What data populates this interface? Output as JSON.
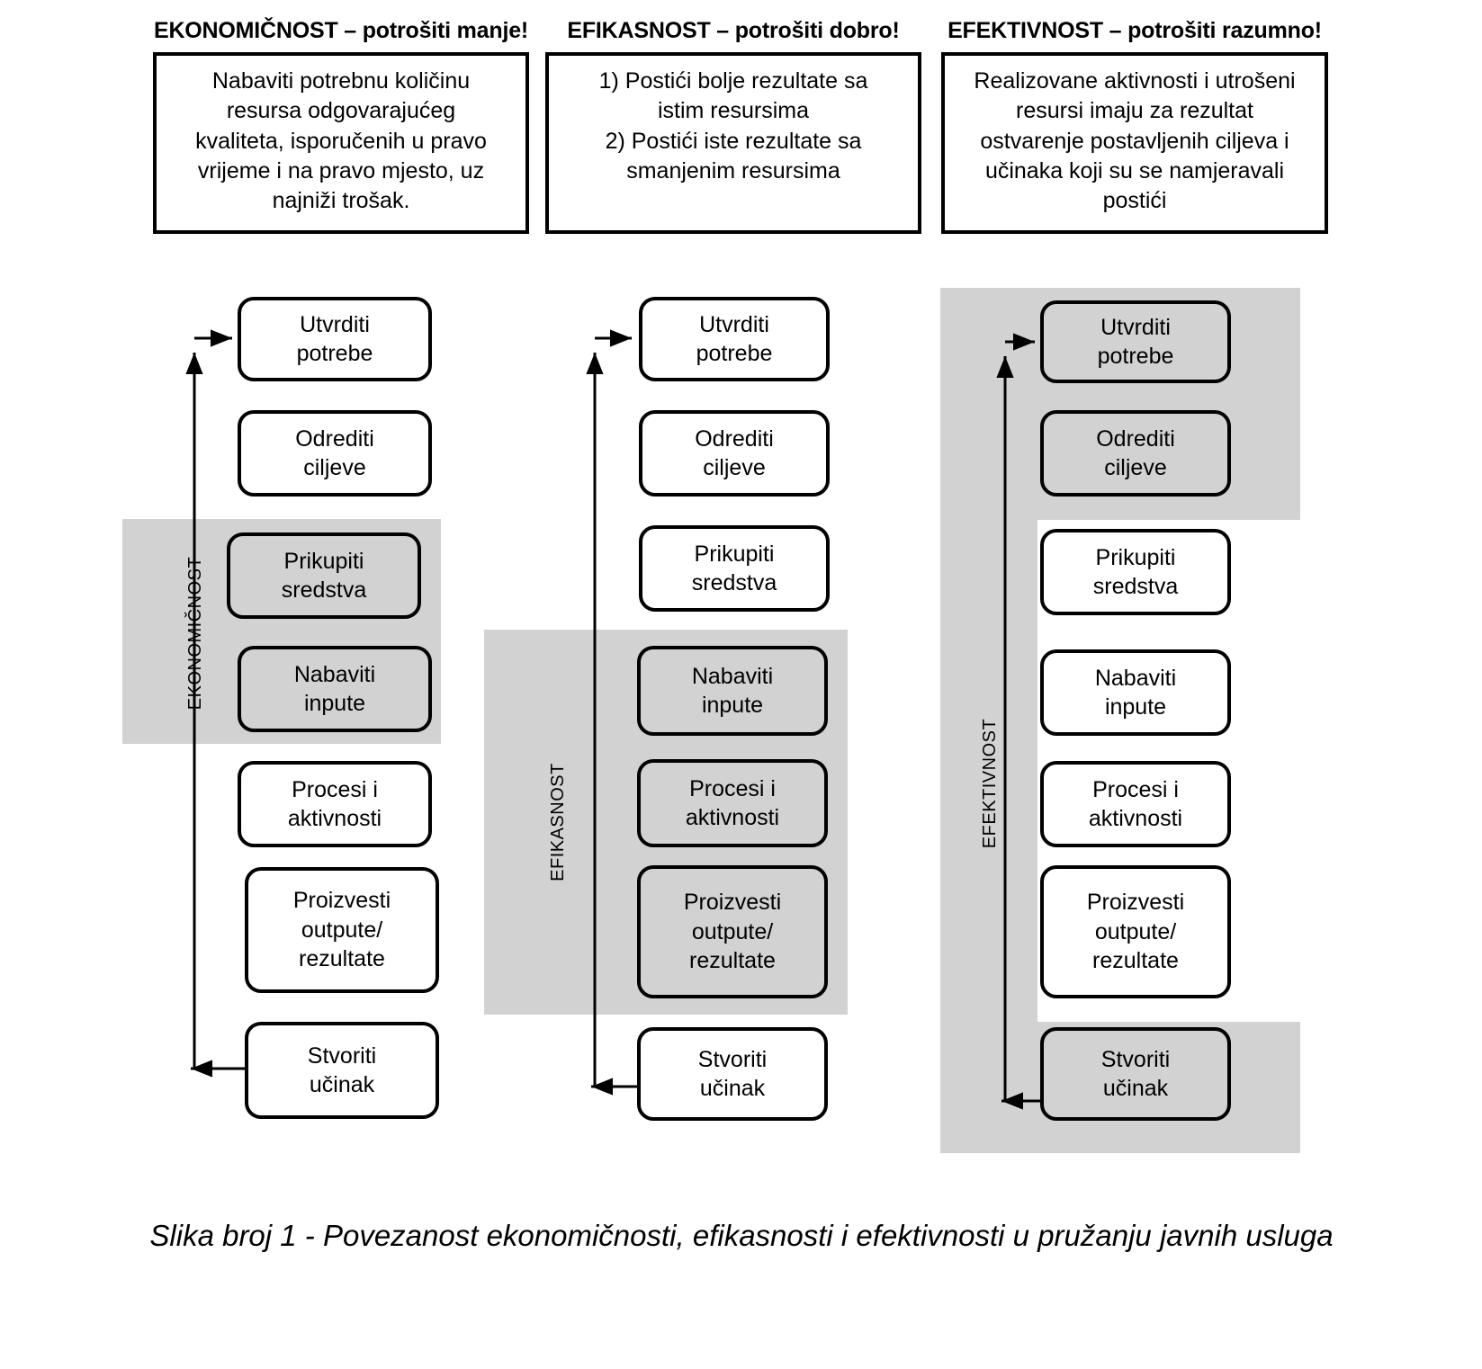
{
  "figure": {
    "caption": "Slika broj 1 - Povezanost ekonomičnosti, efikasnosti i efektivnosti u pružanju javnih usluga"
  },
  "colors": {
    "band_gray": "#d2d2d2",
    "box_border": "#000000",
    "box_fill": "#ffffff",
    "text": "#000000"
  },
  "columns": [
    {
      "id": "ekonomicnost",
      "header": "EKONOMIČNOST – potrošiti manje!",
      "definition": "Nabaviti potrebnu količinu resursa odgovarajućeg kvaliteta, isporučenih u pravo vrijeme i na pravo mjesto, uz najniži trošak.",
      "band_label": "EKONOMIČNOST",
      "highlighted_steps": [
        "Prikupiti sredstva",
        "Nabaviti inpute"
      ],
      "steps": [
        {
          "label": "Utvrditi potrebe",
          "shaded": false
        },
        {
          "label": "Odrediti ciljeve",
          "shaded": false
        },
        {
          "label": "Prikupiti sredstva",
          "shaded": true
        },
        {
          "label": "Nabaviti inpute",
          "shaded": true
        },
        {
          "label": "Procesi i aktivnosti",
          "shaded": false
        },
        {
          "label": "Proizvesti outpute/ rezultate",
          "shaded": false
        },
        {
          "label": "Stvoriti učinak",
          "shaded": false
        }
      ]
    },
    {
      "id": "efikasnost",
      "header": "EFIKASNOST – potrošiti dobro!",
      "definition": "1) Postići bolje rezultate sa istim resursima 2) Postići iste rezultate sa smanjenim resursima",
      "definition_lines": [
        "1) Postići bolje rezultate sa",
        "istim resursima",
        "2) Postići iste rezultate sa",
        "smanjenim resursima"
      ],
      "band_label": "EFIKASNOST",
      "highlighted_steps": [
        "Nabaviti inpute",
        "Procesi i aktivnosti",
        "Proizvesti outpute/rezultate"
      ],
      "steps": [
        {
          "label": "Utvrditi potrebe",
          "shaded": false
        },
        {
          "label": "Odrediti ciljeve",
          "shaded": false
        },
        {
          "label": "Prikupiti sredstva",
          "shaded": false
        },
        {
          "label": "Nabaviti inpute",
          "shaded": true
        },
        {
          "label": "Procesi i aktivnosti",
          "shaded": true
        },
        {
          "label": "Proizvesti outpute/ rezultate",
          "shaded": true
        },
        {
          "label": "Stvoriti učinak",
          "shaded": false
        }
      ]
    },
    {
      "id": "efektivnost",
      "header": "EFEKTIVNOST – potrošiti razumno!",
      "definition": "Realizovane aktivnosti i utrošeni resursi imaju za rezultat ostvarenje postavljenih ciljeva i učinaka koji su se namjeravali postići",
      "band_label": "EFEKTIVNOST",
      "highlighted_steps": [
        "Utvrditi potrebe",
        "Odrediti ciljeve",
        "Stvoriti učinak"
      ],
      "steps": [
        {
          "label": "Utvrditi potrebe",
          "shaded": true
        },
        {
          "label": "Odrediti ciljeve",
          "shaded": true
        },
        {
          "label": "Prikupiti sredstva",
          "shaded": false
        },
        {
          "label": "Nabaviti inpute",
          "shaded": false
        },
        {
          "label": "Procesi i aktivnosti",
          "shaded": false
        },
        {
          "label": "Proizvesti outpute/ rezultate",
          "shaded": false
        },
        {
          "label": "Stvoriti učinak",
          "shaded": true
        }
      ]
    }
  ],
  "steps_text": {
    "s1_l1": "Utvrditi",
    "s1_l2": "potrebe",
    "s2_l1": "Odrediti",
    "s2_l2": "ciljeve",
    "s3_l1": "Prikupiti",
    "s3_l2": "sredstva",
    "s4_l1": "Nabaviti",
    "s4_l2": "inpute",
    "s5_l1": "Procesi i",
    "s5_l2": "aktivnosti",
    "s6_l1": "Proizvesti",
    "s6_l2": "outpute/",
    "s6_l3": "rezultate",
    "s7_l1": "Stvoriti",
    "s7_l2": "učinak"
  },
  "definitions_lines": {
    "d1_l1": "Nabaviti potrebnu količinu",
    "d1_l2": "resursa odgovarajućeg",
    "d1_l3": "kvaliteta, isporučenih u pravo",
    "d1_l4": "vrijeme i na pravo mjesto, uz",
    "d1_l5": "najniži trošak.",
    "d2_l1": "1) Postići bolje rezultate sa",
    "d2_l2": "istim resursima",
    "d2_l3": "2) Postići iste rezultate sa",
    "d2_l4": "smanjenim resursima",
    "d3_l1": "Realizovane aktivnosti i utrošeni",
    "d3_l2": "resursi imaju za rezultat",
    "d3_l3": "ostvarenje postavljenih ciljeva i",
    "d3_l4": "učinaka koji su se namjeravali",
    "d3_l5": "postići"
  }
}
